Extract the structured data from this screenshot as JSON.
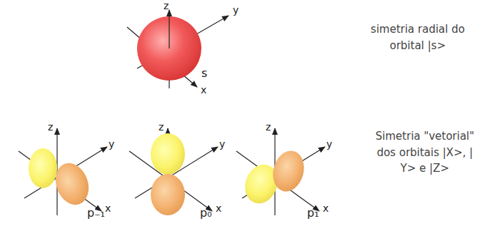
{
  "diagram": {
    "labels": [
      "z",
      "y",
      "x",
      "s",
      "simetria radial do orbital |s>",
      "z",
      "y",
      "x",
      "p₋₁",
      "z",
      "y",
      "x",
      "p₀",
      "z",
      "y",
      "x",
      "p₁",
      "Simetria \"vetorial\" dos orbitais |X>, | Y> e |Z>"
    ]
  }
}
